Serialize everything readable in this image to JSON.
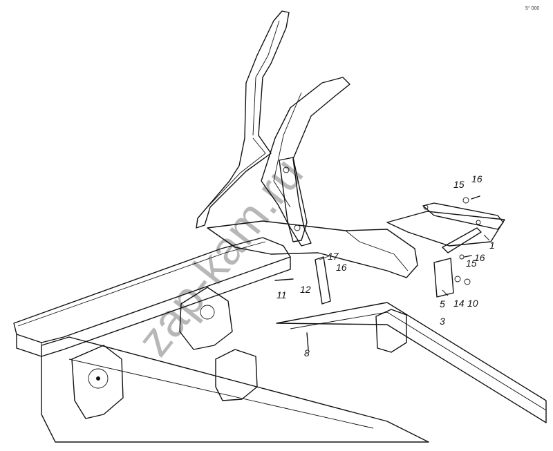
{
  "watermark": "zap-kam.ru",
  "corner_mark": "5° 000",
  "callouts": {
    "c1": "1",
    "c3": "3",
    "c5": "5",
    "c8": "8",
    "c10": "10",
    "c11": "11",
    "c12": "12",
    "c14": "14",
    "c15a": "15",
    "c15b": "15",
    "c16a": "16",
    "c16b": "16",
    "c16c": "16",
    "c17": "17"
  }
}
